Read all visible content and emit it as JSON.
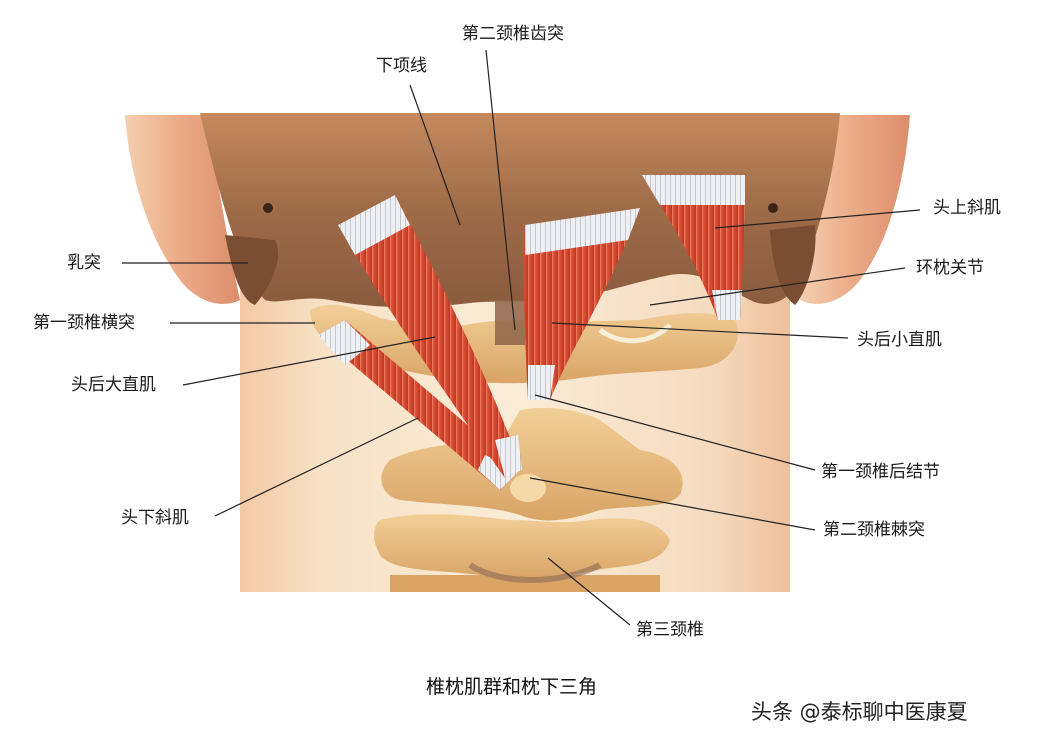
{
  "diagram": {
    "caption": "椎枕肌群和枕下三角",
    "watermark": "头条 @泰标聊中医康夏",
    "labels": [
      {
        "id": "dens",
        "text": "第二颈椎齿突"
      },
      {
        "id": "inferior-nuchal-line",
        "text": "下项线"
      },
      {
        "id": "mastoid-process",
        "text": "乳突"
      },
      {
        "id": "atlas-transverse-process",
        "text": "第一颈椎横突"
      },
      {
        "id": "rectus-capitis-posterior-major",
        "text": "头后大直肌"
      },
      {
        "id": "obliquus-capitis-inferior",
        "text": "头下斜肌"
      },
      {
        "id": "obliquus-capitis-superior",
        "text": "头上斜肌"
      },
      {
        "id": "atlanto-occipital-joint",
        "text": "环枕关节"
      },
      {
        "id": "rectus-capitis-posterior-minor",
        "text": "头后小直肌"
      },
      {
        "id": "atlas-posterior-tubercle",
        "text": "第一颈椎后结节"
      },
      {
        "id": "axis-spinous-process",
        "text": "第二颈椎棘突"
      },
      {
        "id": "third-cervical-vertebra",
        "text": "第三颈椎"
      }
    ],
    "colors": {
      "skin": "#f2d3b0",
      "skull": "#a8764e",
      "bone": "#e7b97a",
      "muscle": "#d9543a",
      "tendon": "#e6e6ea",
      "leader": "#222222"
    }
  }
}
